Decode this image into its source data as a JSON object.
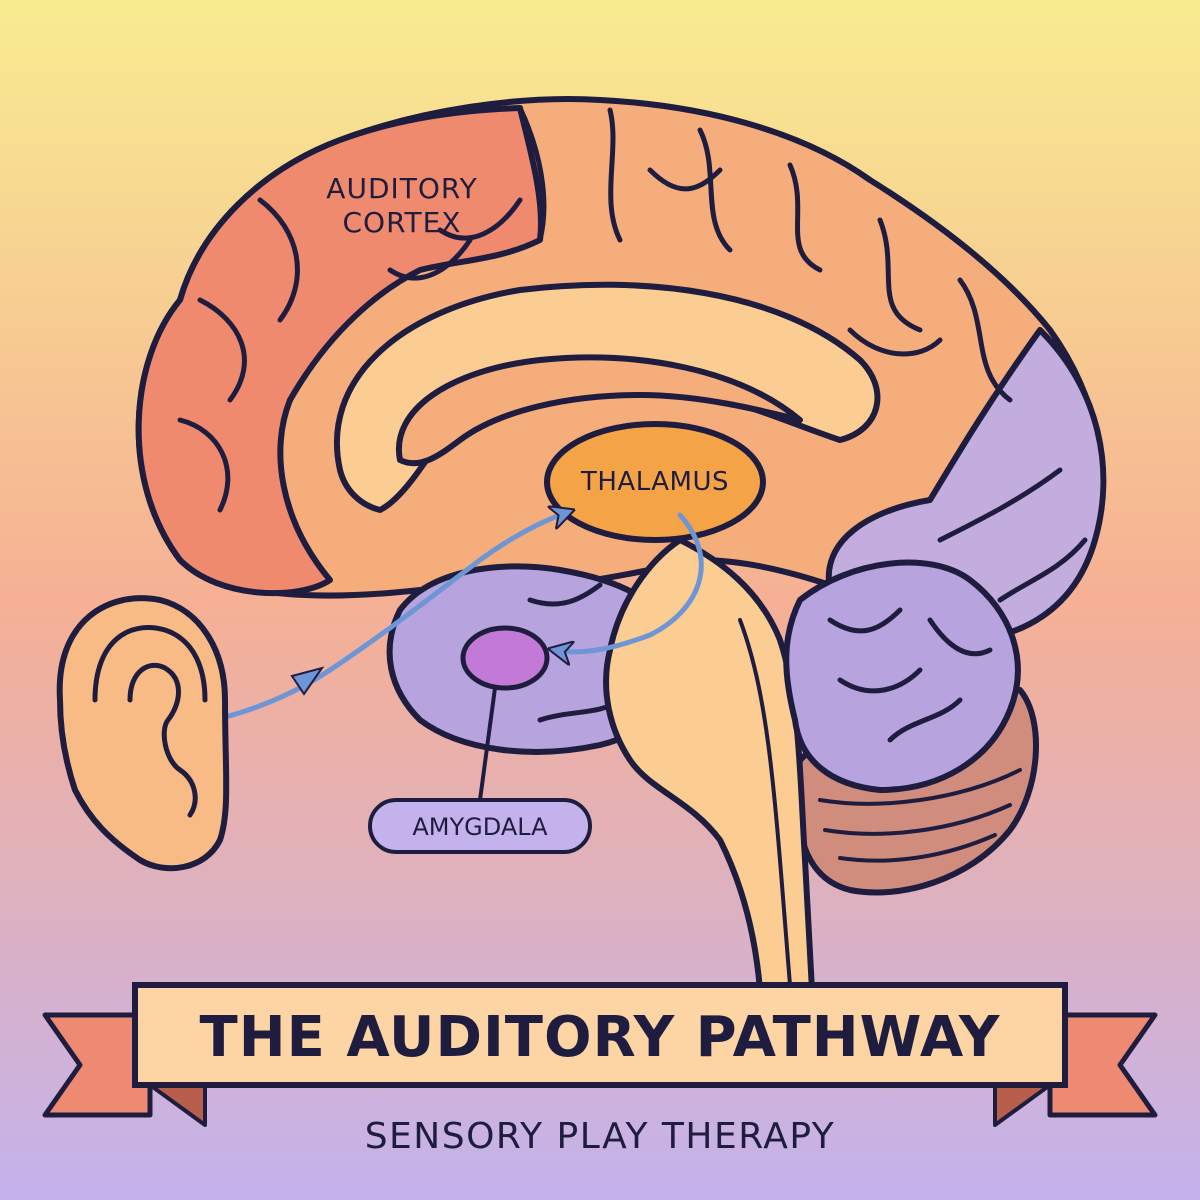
{
  "colors": {
    "background_top": "#f8ec90",
    "background_mid": "#f6b094",
    "background_bottom": "#c4b2ec",
    "outline": "#1f1d3f",
    "auditory_cortex": "#ef8a6e",
    "cerebrum": "#f5ad7c",
    "inner_fold": "#fbcd92",
    "occipital_lobe": "#c3addf",
    "cerebellum": "#b7a3dd",
    "cerebellum_lower": "#d08d7e",
    "brainstem": "#fbcd92",
    "thalamus": "#f5a347",
    "amygdala": "#c27ad6",
    "pathway_arrow": "#6e95d6",
    "ear": "#f8bb85",
    "banner": "#fdd4a3",
    "ribbon_tail": "#ee8a72"
  },
  "labels": {
    "auditory_cortex_line1": "AUDITORY",
    "auditory_cortex_line2": "CORTEX",
    "thalamus": "THALAMUS",
    "amygdala": "AMYGDALA"
  },
  "banner": {
    "title": "THE AUDITORY PATHWAY",
    "subtitle": "SENSORY PLAY THERAPY"
  },
  "icons": {
    "ear": "ear-icon",
    "brain": "brain-illustration",
    "arrow": "pathway-arrow"
  }
}
